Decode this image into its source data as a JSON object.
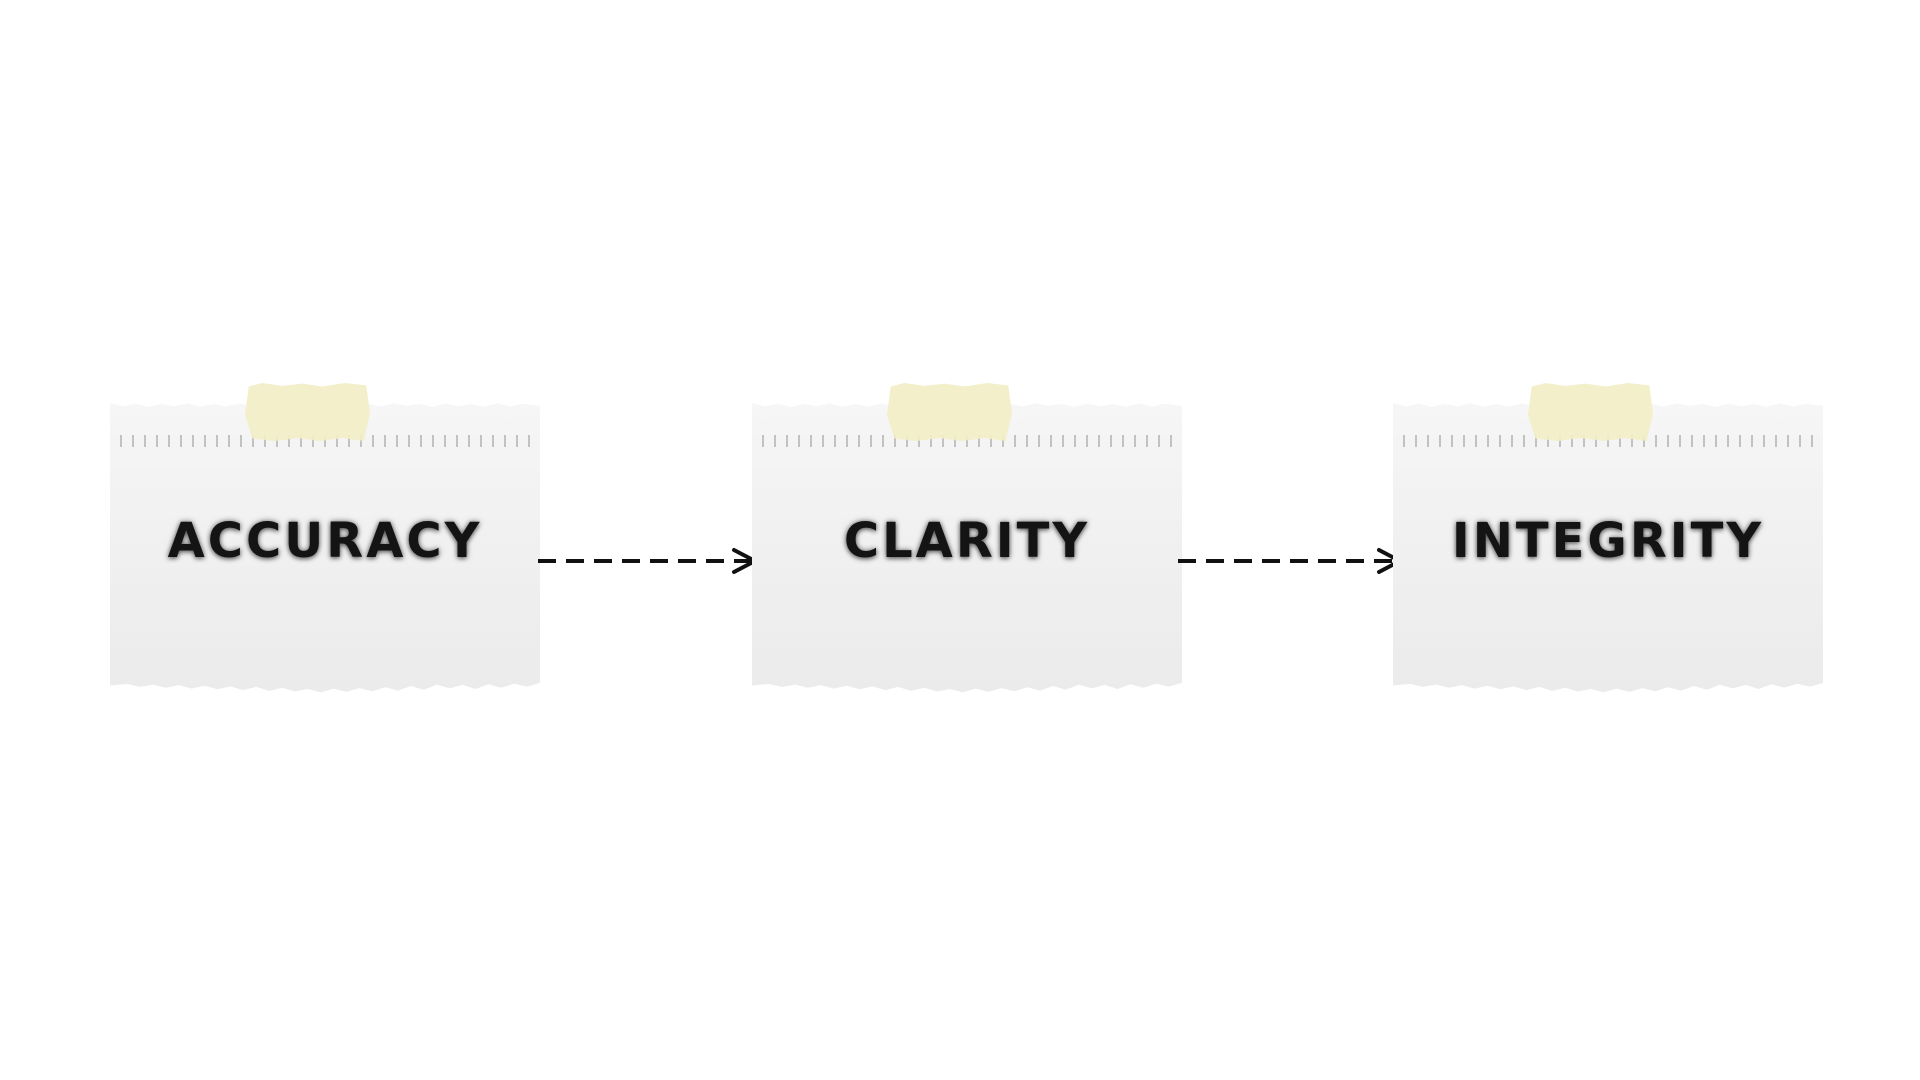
{
  "steps": [
    {
      "label": "ACCURACY"
    },
    {
      "label": "CLARITY"
    },
    {
      "label": "INTEGRITY"
    }
  ],
  "colors": {
    "background": "#ffffff",
    "paper": "#efefef",
    "tape": "#f1eec6",
    "text": "#141414",
    "arrow": "#111111"
  },
  "icons": {
    "connector": "dashed-arrow-right-icon"
  }
}
